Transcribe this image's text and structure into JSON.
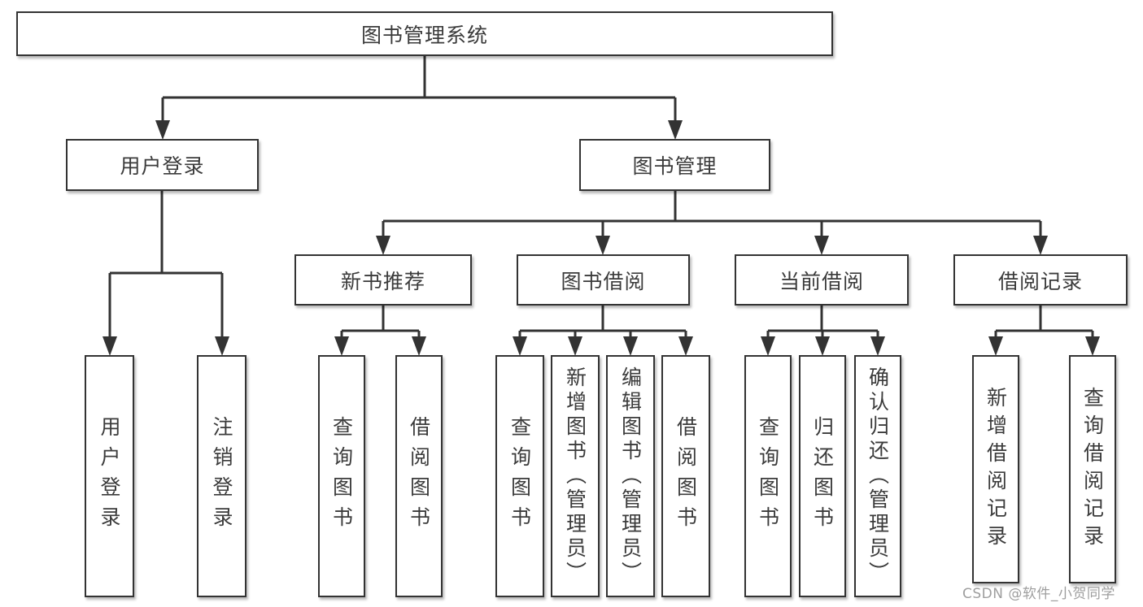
{
  "diagram": {
    "root": {
      "label": "图书管理系统"
    },
    "branches": [
      {
        "label": "用户登录",
        "children": [
          {
            "label": "用户登录"
          },
          {
            "label": "注销登录"
          }
        ]
      },
      {
        "label": "图书管理",
        "children": [
          {
            "label": "新书推荐",
            "children": [
              {
                "label": "查询图书"
              },
              {
                "label": "借阅图书"
              }
            ]
          },
          {
            "label": "图书借阅",
            "children": [
              {
                "label": "查询图书"
              },
              {
                "label": "新增图书（管理员）"
              },
              {
                "label": "编辑图书（管理员）"
              },
              {
                "label": "借阅图书"
              }
            ]
          },
          {
            "label": "当前借阅",
            "children": [
              {
                "label": "查询图书"
              },
              {
                "label": "归还图书"
              },
              {
                "label": "确认归还（管理员）"
              }
            ]
          },
          {
            "label": "借阅记录",
            "children": [
              {
                "label": "新增借阅记录"
              },
              {
                "label": "查询借阅记录"
              }
            ]
          }
        ]
      }
    ]
  },
  "watermark": {
    "text": "CSDN @软件_小贺同学"
  },
  "colors": {
    "line": "#333333",
    "border": "#333333",
    "fill": "#ffffff",
    "text": "#3b3b3b",
    "watermark": "#9e9e9e",
    "bg": "#ffffff"
  }
}
